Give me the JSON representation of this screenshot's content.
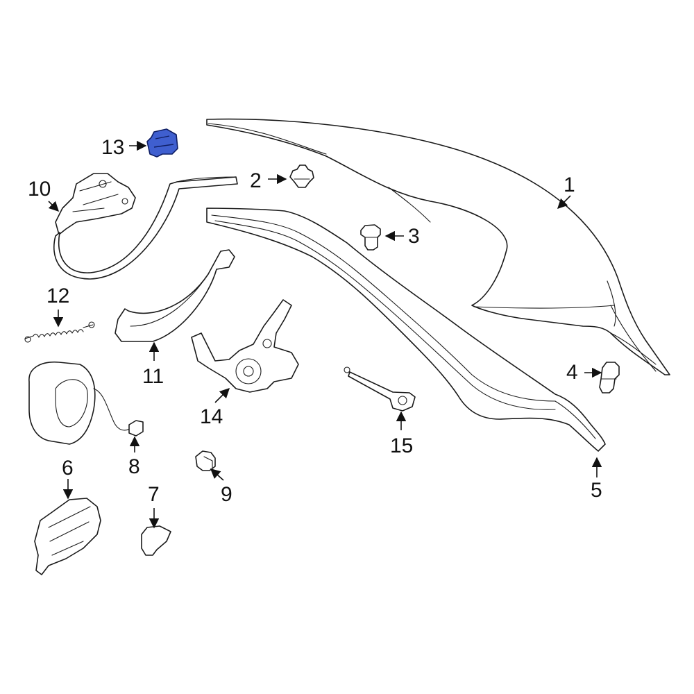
{
  "diagram": {
    "highlight_color": "#3f5fcf",
    "callouts": [
      {
        "id": "1",
        "label": "1"
      },
      {
        "id": "2",
        "label": "2"
      },
      {
        "id": "3",
        "label": "3"
      },
      {
        "id": "4",
        "label": "4"
      },
      {
        "id": "5",
        "label": "5"
      },
      {
        "id": "6",
        "label": "6"
      },
      {
        "id": "7",
        "label": "7"
      },
      {
        "id": "8",
        "label": "8"
      },
      {
        "id": "9",
        "label": "9"
      },
      {
        "id": "10",
        "label": "10"
      },
      {
        "id": "11",
        "label": "11"
      },
      {
        "id": "12",
        "label": "12"
      },
      {
        "id": "13",
        "label": "13"
      },
      {
        "id": "14",
        "label": "14"
      },
      {
        "id": "15",
        "label": "15"
      }
    ],
    "highlighted_part": "13"
  }
}
